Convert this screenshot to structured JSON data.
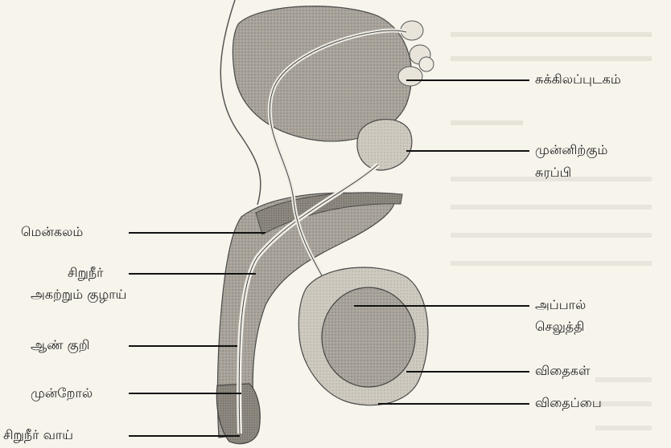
{
  "diagram": {
    "labels": {
      "bladder": "சுக்கிலப்புடகம்",
      "prostate_line1": "முன்னிற்கும்",
      "prostate_line2": "சுரப்பி",
      "erectile_tissue": "மென்கலம்",
      "urethra_line1": "சிறுநீர்",
      "urethra_line2": "அகற்றும் குழாய்",
      "penis": "ஆண் குறி",
      "foreskin": "முன்றோல்",
      "urethral_opening": "சிறுநீர் வாய்",
      "vas_deferens_line1": "அப்பால்",
      "vas_deferens_line2": "செலுத்தி",
      "testes": "விதைகள்",
      "scrotum": "விதைப்பை"
    }
  }
}
